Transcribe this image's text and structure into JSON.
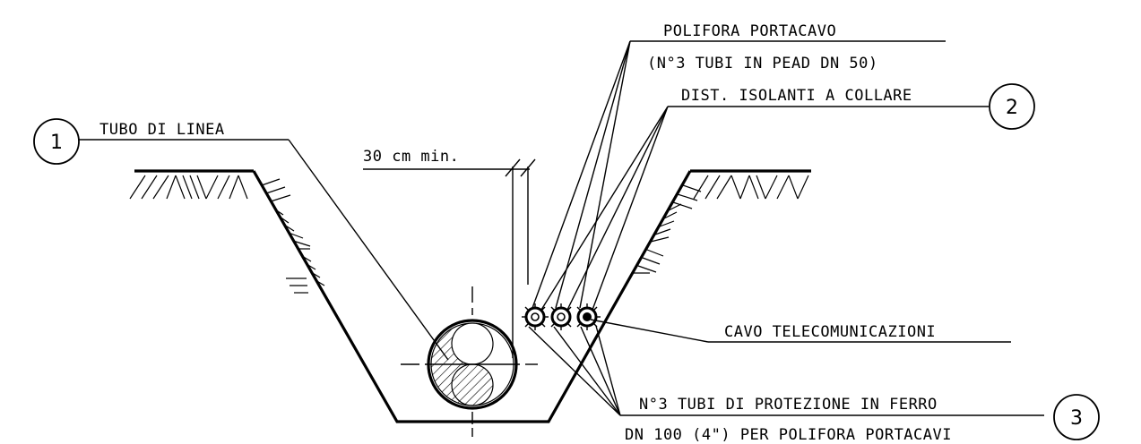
{
  "labels": {
    "polifora_portacavo": "POLIFORA PORTACAVO",
    "tubi_pead": "(N°3 TUBI IN PEAD DN 50)",
    "dist_isolanti": "DIST. ISOLANTI A COLLARE",
    "tubo_di_linea": "TUBO DI LINEA",
    "min_distance": "30 cm min.",
    "cavo_telecom": "CAVO TELECOMUNICAZIONI",
    "tubi_protezione_1": "N°3 TUBI DI PROTEZIONE IN FERRO",
    "tubi_protezione_2": "DN 100 (4\") PER POLIFORA PORTACAVI"
  },
  "markers": {
    "m1": "1",
    "m2": "2",
    "m3": "3"
  }
}
